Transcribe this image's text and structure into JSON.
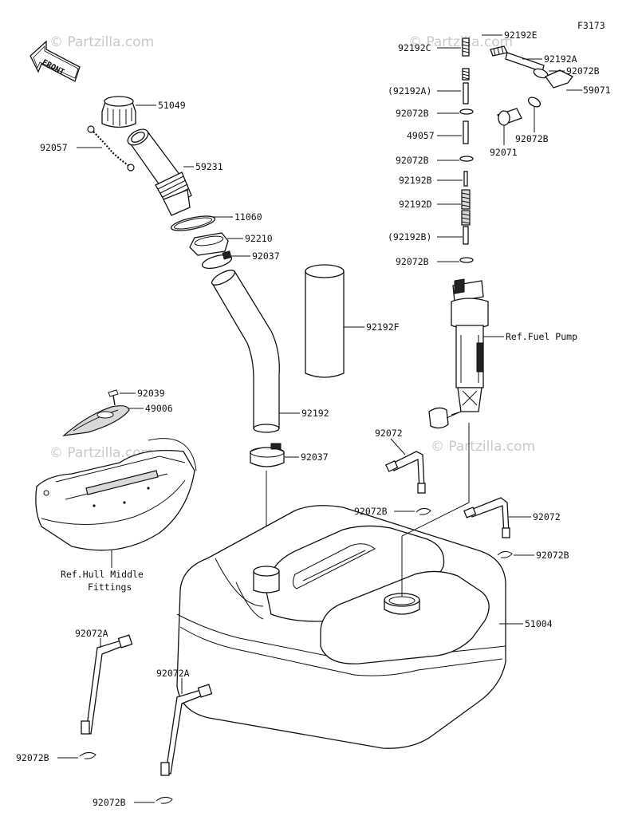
{
  "figure_code": "F3173",
  "watermark": "© Partzilla.com",
  "front_label": "FRONT",
  "labels": {
    "l51049": "51049",
    "l92057": "92057",
    "l59231": "59231",
    "l11060": "11060",
    "l92210": "92210",
    "l92037a": "92037",
    "l92192f": "92192F",
    "l92192": "92192",
    "l92039": "92039",
    "l49006": "49006",
    "l92037b": "92037",
    "lhull1": "Ref.Hull Middle",
    "lhull2": "Fittings",
    "l92072a1": "92072A",
    "l92072b_1": "92072B",
    "l92072a2": "92072A",
    "l92072b_2": "92072B",
    "l92072_1": "92072",
    "l92072b_3": "92072B",
    "l92072_2": "92072",
    "l92072b_4": "92072B",
    "l51004": "51004",
    "lfuelpump": "Ref.Fuel Pump",
    "l92192c": "92192C",
    "l92192e": "92192E",
    "l92192a": "92192A",
    "l92072b_5": "92072B",
    "l59071": "59071",
    "l92072b_6": "92072B",
    "l92071": "92071",
    "l92192a_p": "(92192A)",
    "l92072b_7": "92072B",
    "l49057": "49057",
    "l92072b_8": "92072B",
    "l92192b": "92192B",
    "l92192d": "92192D",
    "l92192b_p": "(92192B)",
    "l92072b_9": "92072B"
  }
}
